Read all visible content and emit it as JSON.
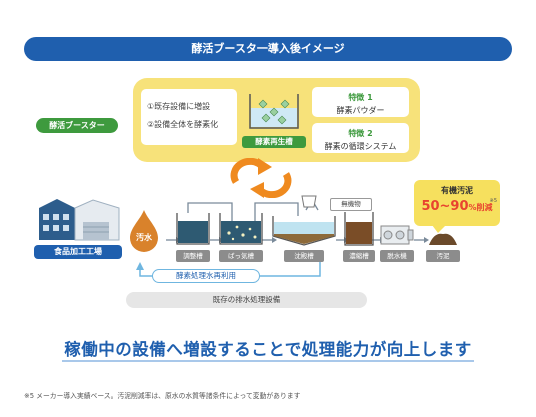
{
  "banner": {
    "title": "酵活ブースタ一導入後イメージ"
  },
  "booster_label": "酵活ブースター",
  "benefits": [
    "①既存設備に増設",
    "②設備全体を酵素化"
  ],
  "regen_tank": "酵素再生槽",
  "features": [
    {
      "title": "特徴 1",
      "desc": "酵素パウダー"
    },
    {
      "title": "特徴 2",
      "desc": "酵素の循環システム"
    }
  ],
  "factory": "食品加工工場",
  "sewage_drop": "汚水",
  "process": [
    "調整槽",
    "ばっ気槽",
    "沈殿槽",
    "濃縮槽",
    "脱水機",
    "汚泥"
  ],
  "inorganic": "無機物",
  "callout": {
    "line1": "有機汚泥",
    "value": "50~90",
    "pct": "%",
    "suffix": "削減",
    "note": "※5"
  },
  "reuse": "酵素処理水再利用",
  "existing": "既存の排水処理設備",
  "headline": "稼働中の設備へ増設することで処理能力が向上します",
  "footnote": "※5 メーカー導入実績ベース。汚泥削減率は、原水の水質等諸条件によって変動があります",
  "colors": {
    "blue": "#1f5fae",
    "green": "#3e9a3e",
    "yellow": "#f7e27a",
    "orange": "#ef8a1f",
    "red": "#e8432f"
  }
}
